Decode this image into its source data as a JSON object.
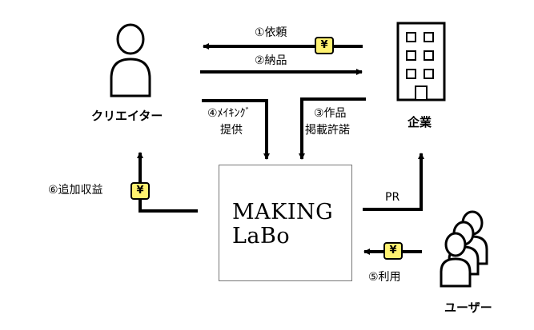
{
  "nodes": {
    "creator": "クリエイター",
    "company": "企業",
    "user": "ユーザー"
  },
  "platform": {
    "line1": "MAKING",
    "line2": "LaBo"
  },
  "flows": {
    "request": "①依頼",
    "delivery": "②納品",
    "permission_line1": "③作品",
    "permission_line2": "掲載許諾",
    "making_line1": "④ﾒｲｷﾝｸﾞ",
    "making_line2": "提供",
    "use": "⑤利用",
    "revenue": "⑥追加収益",
    "pr": "PR"
  },
  "money_symbol": "¥",
  "colors": {
    "money_badge": "#fff270",
    "stroke": "#000000"
  }
}
